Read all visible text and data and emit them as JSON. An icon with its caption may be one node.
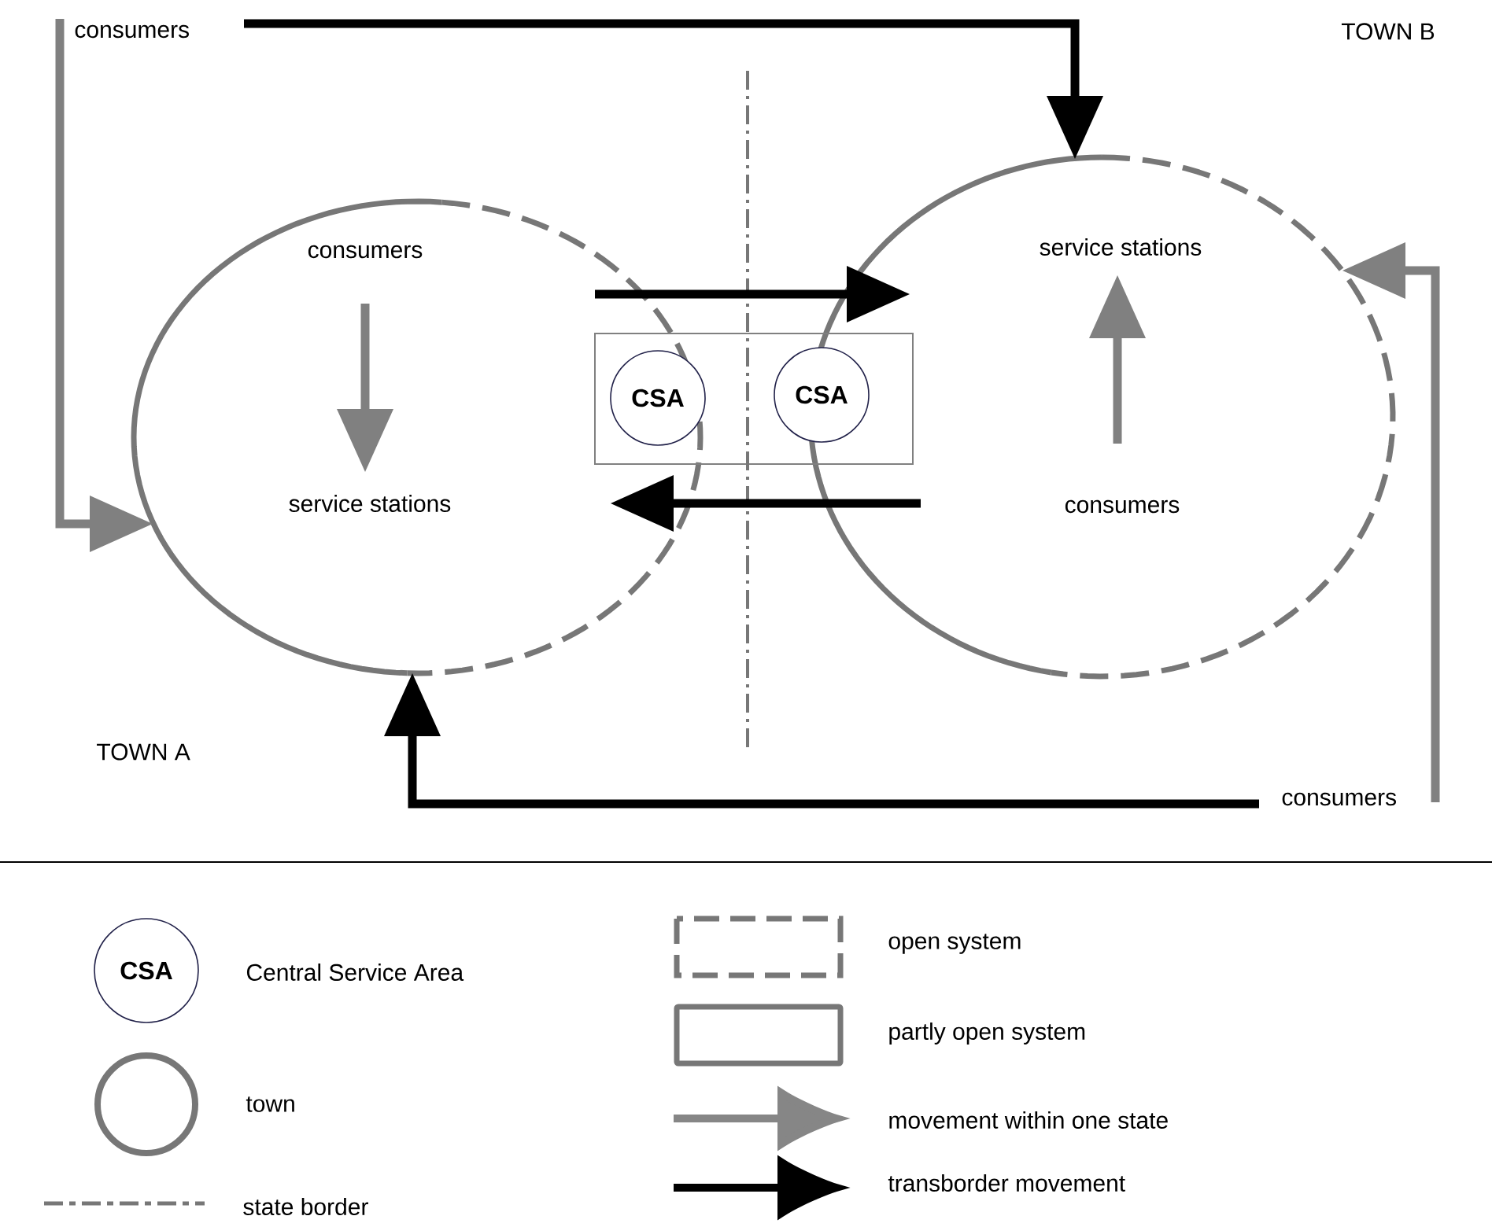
{
  "diagram": {
    "nodes": [
      {
        "text": [],
        "shape": "circle"
      },
      {
        "text": [
          "consumers"
        ],
        "in": 0
      },
      {
        "text": [
          "service stations"
        ],
        "in": 0
      },
      {
        "text": [],
        "shape": "circle"
      },
      {
        "text": [
          "service stations"
        ],
        "in": 3
      },
      {
        "text": [
          "consumers"
        ],
        "in": 3
      },
      {
        "text": [],
        "shape": "box"
      },
      {
        "text": [
          "CSA"
        ]
      },
      {
        "text": [
          "CSA"
        ],
        "in": 6
      },
      {
        "text": [
          "consumers"
        ]
      },
      {
        "text": [
          "consumers"
        ]
      }
    ],
    "edges": [
      {
        "from": 1,
        "to": 2,
        "arrow": "to",
        "color": "#808080"
      },
      {
        "from": 5,
        "to": 4,
        "arrow": "to",
        "color": "#808080"
      },
      {
        "from": 9,
        "to": 0,
        "arrow": "to",
        "color": "#808080"
      },
      {
        "from": 9,
        "to": 3,
        "arrow": "to",
        "color": "#000000"
      },
      {
        "from": 10,
        "to": 3,
        "arrow": "to",
        "color": "#808080"
      },
      {
        "from": 10,
        "to": 0,
        "arrow": "to",
        "color": "#000000"
      },
      {
        "from": null,
        "to": 3,
        "arrow": "to",
        "color": "#000000"
      },
      {
        "from": null,
        "to": 0,
        "arrow": "to",
        "color": "#000000"
      }
    ],
    "labels": [
      "TOWN B",
      "TOWN A",
      "CSA"
    ],
    "legend": [
      {
        "text": "Central Service Area"
      },
      {
        "text": "town"
      },
      {
        "text": "state border"
      },
      {
        "text": "open system"
      },
      {
        "text": "partly open system"
      },
      {
        "text": "movement within one state"
      },
      {
        "text": "transborder movement"
      }
    ]
  }
}
